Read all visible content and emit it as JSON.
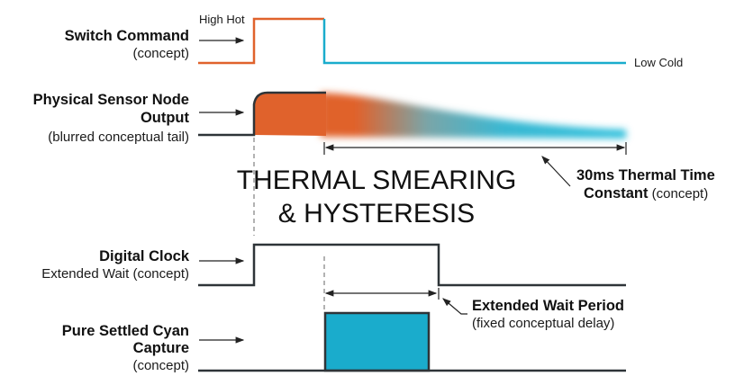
{
  "colors": {
    "hot": "#e0622c",
    "cold": "#1aaccc",
    "line": "#2e3438",
    "text": "#111111"
  },
  "signals": {
    "switch_command": {
      "title": "Switch Command",
      "subtitle": "(concept)",
      "high_label": "High Hot",
      "low_label": "Low Cold"
    },
    "sensor_output": {
      "title_line1": "Physical Sensor Node",
      "title_line2": "Output",
      "subtitle": "(blurred conceptual tail)"
    },
    "digital_clock": {
      "title": "Digital Clock",
      "subtitle": "Extended Wait (concept)"
    },
    "capture": {
      "title_line1": "Pure Settled Cyan",
      "title_line2": "Capture",
      "subtitle": "(concept)"
    }
  },
  "center_title": {
    "line1": "THERMAL SMEARING",
    "line2": "& HYSTERESIS"
  },
  "annotations": {
    "time_constant": {
      "bold_line1": "30ms Thermal Time",
      "bold_line2": "Constant",
      "suffix": " (concept)"
    },
    "wait_period": {
      "bold": "Extended Wait Period",
      "sub": "(fixed conceptual delay)"
    }
  }
}
